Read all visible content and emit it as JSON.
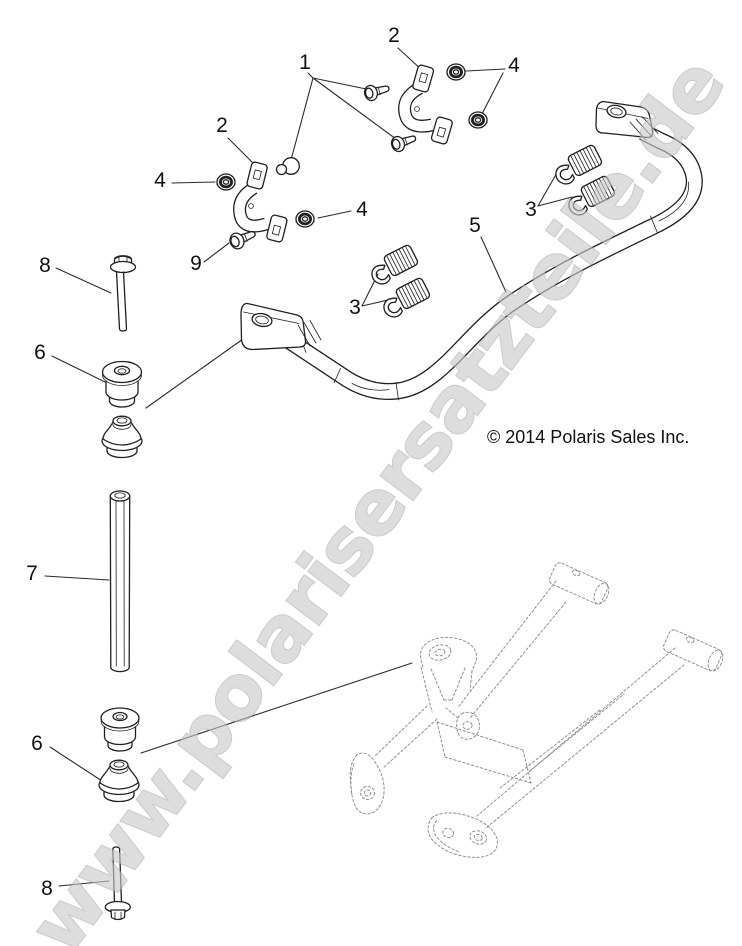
{
  "watermark": {
    "text": "www.polarisersatzteile.de"
  },
  "footer": {
    "copyright": "© 2014 Polaris Sales Inc."
  },
  "callouts": [
    {
      "label": "1",
      "part": "screws-and-washers"
    },
    {
      "label": "2",
      "part": "clamp-upper"
    },
    {
      "label": "4",
      "part": "nuts-upper-right"
    },
    {
      "label": "2",
      "part": "clamp-left"
    },
    {
      "label": "4",
      "part": "nut-left"
    },
    {
      "label": "4",
      "part": "nut-center"
    },
    {
      "label": "9",
      "part": "screw"
    },
    {
      "label": "3",
      "part": "bushing-pair-right"
    },
    {
      "label": "5",
      "part": "stabilizer-bar"
    },
    {
      "label": "3",
      "part": "bushing-pair-left"
    },
    {
      "label": "8",
      "part": "bolt-upper"
    },
    {
      "label": "6",
      "part": "bushings-upper"
    },
    {
      "label": "7",
      "part": "spacer-tube"
    },
    {
      "label": "6",
      "part": "bushings-lower"
    },
    {
      "label": "8",
      "part": "bolt-lower"
    }
  ],
  "colors": {
    "line": "#1f1f1f",
    "leader": "#2a2a2a",
    "ghost": "#8f8f8f",
    "watermark": "#c9c9c9",
    "watermark-edge": "#ababab",
    "paper": "#ffffff",
    "text": "#111111"
  }
}
